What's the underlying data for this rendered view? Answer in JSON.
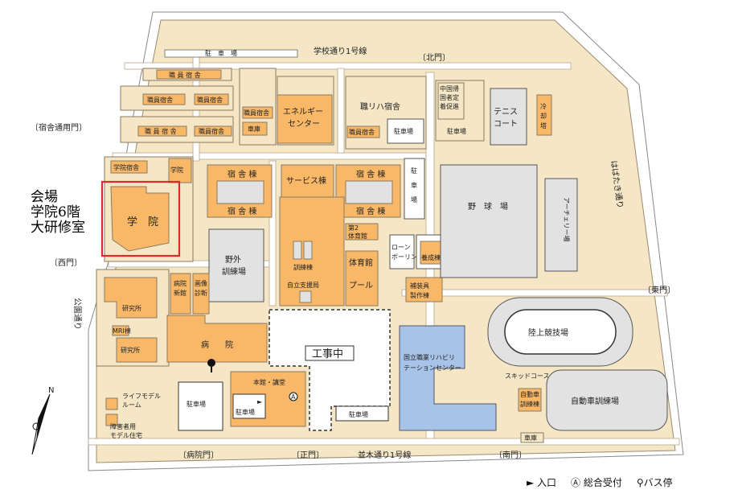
{
  "colors": {
    "campus": "#f5e7c6",
    "road": "#ffffff",
    "building": "#f8b868",
    "grey": "#e2e2e2",
    "blue": "#a7c4e8",
    "highlight": "#dd2a2a",
    "outline": "#8a7a60"
  },
  "venue": {
    "line1": "会場",
    "line2": "学院6階",
    "line3": "大研修室"
  },
  "roads": {
    "school_road": "学校通り1号線",
    "namiki": "並木通り1号線",
    "habataki": "はばたき通り",
    "koen": "公園通り"
  },
  "gates": {
    "north": "〔北門〕",
    "east": "〔東門〕",
    "south": "〔南門〕",
    "main": "〔正門〕",
    "hospital": "〔病院門〕",
    "west": "〔西門〕",
    "dorm": "〔宿舎通用門〕"
  },
  "buildings": {
    "parking_top": "駐　車　場",
    "staff_dorm": "職員宿舎",
    "staff_dorm_spaced": "職 員 宿 舎",
    "garage": "車庫",
    "energy": "エネルギー\nセンター",
    "rehab_dorm": "職リハ宿舎",
    "parking": "駐車場",
    "support_center": "中国帰国者定着促進センター",
    "tennis": "テニス\nコート",
    "cooling": "冷却塔",
    "school_dorm": "学院宿舎",
    "school_dorm2": "学院\n宿舎",
    "school": "学　院",
    "dorm_bldg": "宿 舎 棟",
    "service": "サービス棟",
    "gym2": "第2\n体育館",
    "bowling": "ローンボーリング場",
    "orthotics": "義肢装具士\n養成棟",
    "baseball": "野　球　場",
    "archery": "アーチェリー場",
    "outdoor": "野外\n訓練場",
    "training": "訓練棟",
    "gym": "体育館",
    "pool": "プール",
    "independence": "自立支援局",
    "equipment": "補装具\n製作棟",
    "research": "研究所",
    "hospital_new": "病院\n新館",
    "imaging": "画像\n診断棟",
    "mri": "MRI棟",
    "hospital": "病　　院",
    "construction": "工事中",
    "vocational": "国立職業リハビリ\nテーションセンター",
    "track": "陸上競技場",
    "skid": "スキッドコース",
    "driving_bldg": "自動車\n訓練棟",
    "driving": "自動車訓練場",
    "life_model": "ライフモデル\nルーム",
    "disabled_model": "障害者用\nモデル住宅",
    "main_hall": "本館・講堂",
    "parking_arrow": "駐車場",
    "garage2": "車庫"
  },
  "legend": {
    "entrance": "► 入口",
    "reception": "Ⓐ 総合受付",
    "bus": "バス停"
  },
  "north_label": "N"
}
